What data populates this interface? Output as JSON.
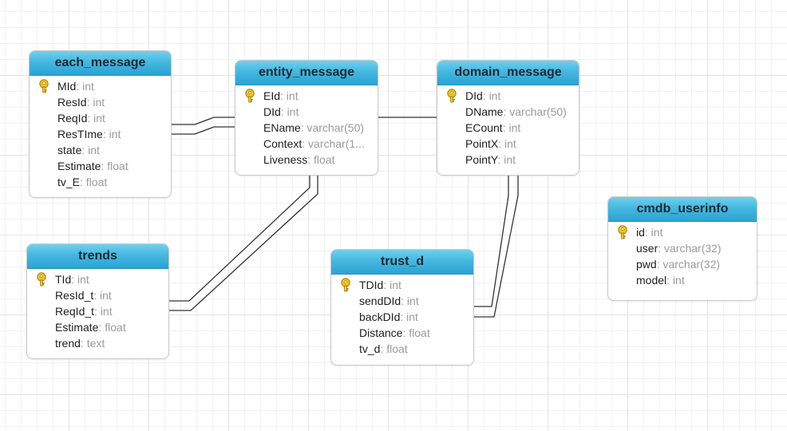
{
  "entities": {
    "each_message": {
      "title": "each_message",
      "fields": [
        {
          "name": "MId",
          "type": ": int",
          "key": true
        },
        {
          "name": "ResId",
          "type": ": int"
        },
        {
          "name": "ReqId",
          "type": ": int"
        },
        {
          "name": "ResTIme",
          "type": ": int"
        },
        {
          "name": "state",
          "type": ": int"
        },
        {
          "name": "Estimate",
          "type": ": float"
        },
        {
          "name": "tv_E",
          "type": ": float"
        }
      ]
    },
    "entity_message": {
      "title": "entity_message",
      "fields": [
        {
          "name": "EId",
          "type": ": int",
          "key": true
        },
        {
          "name": "DId",
          "type": ": int"
        },
        {
          "name": "EName",
          "type": ": varchar(50)"
        },
        {
          "name": "Context",
          "type": ": varchar(1..."
        },
        {
          "name": "Liveness",
          "type": ": float"
        }
      ]
    },
    "domain_message": {
      "title": "domain_message",
      "fields": [
        {
          "name": "DId",
          "type": ": int",
          "key": true
        },
        {
          "name": "DName",
          "type": ": varchar(50)"
        },
        {
          "name": "ECount",
          "type": ": int"
        },
        {
          "name": "PointX",
          "type": ": int"
        },
        {
          "name": "PointY",
          "type": ": int"
        }
      ]
    },
    "trends": {
      "title": "trends",
      "fields": [
        {
          "name": "TId",
          "type": ": int",
          "key": true
        },
        {
          "name": "ResId_t",
          "type": ": int"
        },
        {
          "name": "ReqId_t",
          "type": ": int"
        },
        {
          "name": "Estimate",
          "type": ": float"
        },
        {
          "name": "trend",
          "type": ": text"
        }
      ]
    },
    "trust_d": {
      "title": "trust_d",
      "fields": [
        {
          "name": "TDId",
          "type": ": int",
          "key": true
        },
        {
          "name": "sendDId",
          "type": ": int"
        },
        {
          "name": "backDId",
          "type": ": int"
        },
        {
          "name": "Distance",
          "type": ": float"
        },
        {
          "name": "tv_d",
          "type": ": float"
        }
      ]
    },
    "cmdb_userinfo": {
      "title": "cmdb_userinfo",
      "fields": [
        {
          "name": "id",
          "type": ": int",
          "key": true
        },
        {
          "name": "user",
          "type": ": varchar(32)"
        },
        {
          "name": "pwd",
          "type": ": varchar(32)"
        },
        {
          "name": "model",
          "type": ": int"
        }
      ]
    }
  },
  "relationships": [
    {
      "from": "each_message",
      "to": "entity_message",
      "style": "double"
    },
    {
      "from": "entity_message",
      "to": "domain_message",
      "style": "single"
    },
    {
      "from": "entity_message",
      "to": "trends",
      "style": "double"
    },
    {
      "from": "domain_message",
      "to": "trust_d",
      "style": "double"
    }
  ],
  "colors": {
    "header_top": "#70d0ec",
    "header_bottom": "#2aa3d3",
    "key_icon": "#f2c21b",
    "connector": "#333333"
  },
  "icons": {
    "primary_key": "key-icon"
  }
}
